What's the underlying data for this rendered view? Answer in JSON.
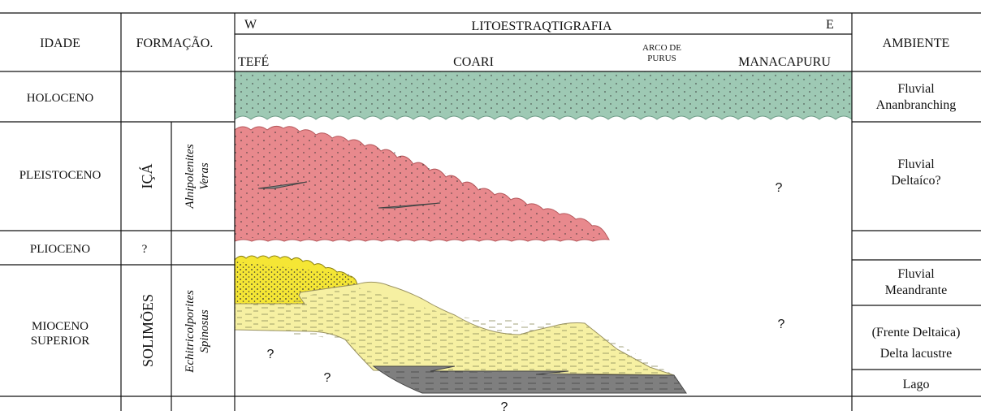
{
  "header": {
    "idade": "IDADE",
    "formacao": "FORMAÇÃO.",
    "litho_title": "LITOESTRAQTIGRAFIA",
    "west": "W",
    "east": "E",
    "localities": {
      "tefe": "TEFÉ",
      "coari": "COARI",
      "arco_line1": "ARCO DE",
      "arco_line2": "PURUS",
      "manacapuru": "MANACAPURU"
    },
    "ambiente": "AMBIENTE"
  },
  "rows": {
    "holoceno": {
      "age": "HOLOCENO",
      "ambiente": [
        "Fluvial",
        "Ananbranching"
      ]
    },
    "pleistoceno": {
      "age": "PLEISTOCENO",
      "formation": "IÇÁ",
      "biozone": [
        "Alnipolenites",
        "Veras"
      ],
      "ambiente": [
        "Fluvial",
        "Deltaíco?"
      ]
    },
    "plioceno": {
      "age": "PLIOCENO",
      "formation": "?"
    },
    "mioceno": {
      "age": [
        "MIOCENO",
        "SUPERIOR"
      ],
      "formation": "SOLIMÕES",
      "biozone": [
        "Echitricolporites",
        "Spinosus"
      ],
      "ambiente_1": [
        "Fluvial",
        "Meandrante"
      ],
      "ambiente_2": "(Frente Deltaica)",
      "ambiente_3": "Delta lacustre",
      "ambiente_4": "Lago"
    }
  },
  "question_marks": {
    "pleistoceno": "?",
    "mioceno_right": "?",
    "mioceno_left_1": "?",
    "mioceno_left_2": "?",
    "bottom": "?"
  },
  "colors": {
    "holocene_fill": "#9ec9b4",
    "pleistocene_fill": "#e8898d",
    "fluvial_yellow": "#f5e635",
    "delta_yellow": "#f6f0a2",
    "lake_gray": "#7f7f7f",
    "lens_gray": "#8c8c8c"
  }
}
